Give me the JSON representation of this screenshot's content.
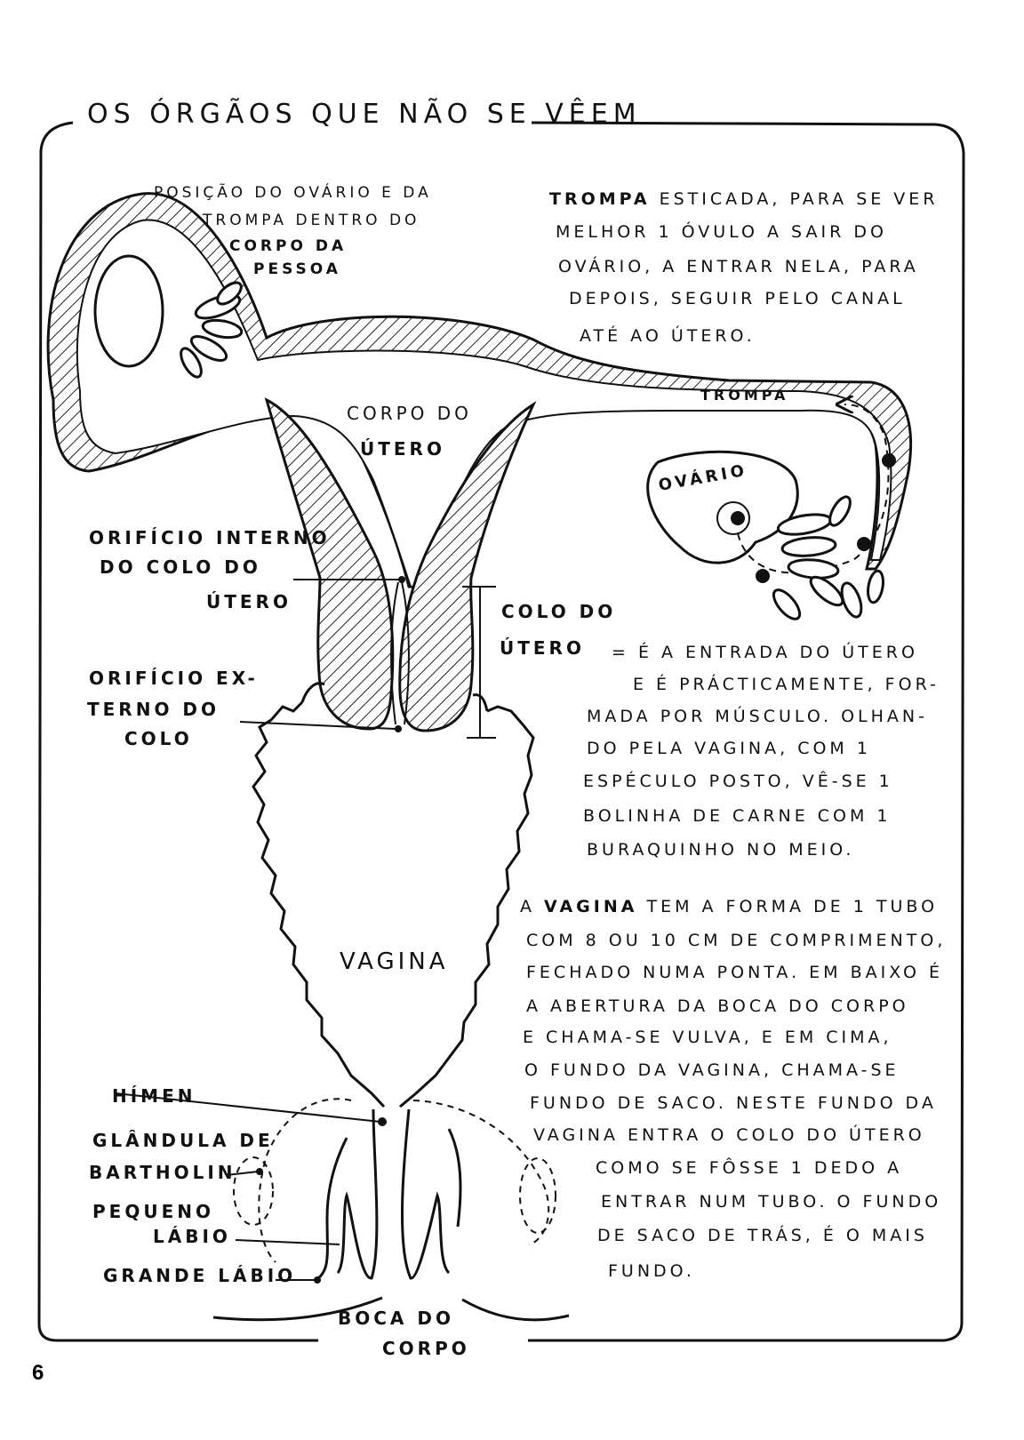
{
  "title": "OS ÓRGÃOS QUE NÃO SE VÊEM",
  "page_number": "6",
  "labels": {
    "position_note": [
      "POSIÇÃO DO OVÁRIO E DA",
      "TROMPA DENTRO DO",
      "CORPO DA",
      "PESSOA"
    ],
    "corpo_utero": [
      "CORPO DO",
      "ÚTERO"
    ],
    "trompa": "TROMPA",
    "ovario": "OVÁRIO",
    "orificio_interno": [
      "ORIFÍCIO INTERNO",
      "DO COLO DO",
      "ÚTERO"
    ],
    "orificio_externo": [
      "ORIFÍCIO EX-",
      "TERNO DO",
      "COLO"
    ],
    "colo_utero": [
      "COLO DO",
      "ÚTERO"
    ],
    "vagina": "VAGINA",
    "himen": "HÍMEN",
    "glandula": [
      "GLÂNDULA DE",
      "BARTHOLIN"
    ],
    "pequeno_labio": [
      "PEQUENO",
      "LÁBIO"
    ],
    "grande_labio": "GRANDE LÁBIO",
    "boca_corpo": [
      "BOCA DO",
      "CORPO"
    ]
  },
  "texts": {
    "trompa_note": [
      {
        "bold": "TROMPA",
        "rest": " ESTICADA, PARA SE VER"
      },
      {
        "bold": "",
        "rest": "MELHOR 1 ÓVULO A SAIR DO"
      },
      {
        "bold": "",
        "rest": "OVÁRIO, A ENTRAR NELA, PARA"
      },
      {
        "bold": "",
        "rest": "DEPOIS, SEGUIR PELO CANAL"
      },
      {
        "bold": "",
        "rest": "ATÉ AO ÚTERO."
      }
    ],
    "colo_note": [
      "= É A ENTRADA DO ÚTERO",
      "E É PRÁCTICAMENTE, FOR-",
      "MADA POR MÚSCULO. OLHAN-",
      "DO PELA VAGINA, COM 1",
      "ESPÉCULO POSTO, VÊ-SE 1",
      "BOLINHA DE CARNE COM 1",
      "BURAQUINHO NO MEIO."
    ],
    "vagina_note": [
      {
        "pre": "A ",
        "bold": "VAGINA",
        "rest": " TEM A FORMA DE 1 TUBO"
      },
      {
        "pre": "",
        "bold": "",
        "rest": "COM 8 OU 10 CM DE COMPRIMENTO,"
      },
      {
        "pre": "",
        "bold": "",
        "rest": "FECHADO NUMA PONTA. EM BAIXO É"
      },
      {
        "pre": "",
        "bold": "",
        "rest": "A ABERTURA DA BOCA DO CORPO"
      },
      {
        "pre": "",
        "bold": "",
        "rest": "E CHAMA-SE VULVA, E EM CIMA,"
      },
      {
        "pre": "",
        "bold": "",
        "rest": "O FUNDO DA VAGINA, CHAMA-SE"
      },
      {
        "pre": "",
        "bold": "",
        "rest": "FUNDO DE SACO. NESTE FUNDO DA"
      },
      {
        "pre": "",
        "bold": "",
        "rest": "VAGINA ENTRA O COLO DO ÚTERO"
      },
      {
        "pre": "",
        "bold": "",
        "rest": "COMO SE FÔSSE 1 DEDO A"
      },
      {
        "pre": "",
        "bold": "",
        "rest": "ENTRAR NUM TUBO. O FUNDO"
      },
      {
        "pre": "",
        "bold": "",
        "rest": "DE SACO DE TRÁS, É O MAIS"
      },
      {
        "pre": "",
        "bold": "",
        "rest": "FUNDO."
      }
    ]
  }
}
